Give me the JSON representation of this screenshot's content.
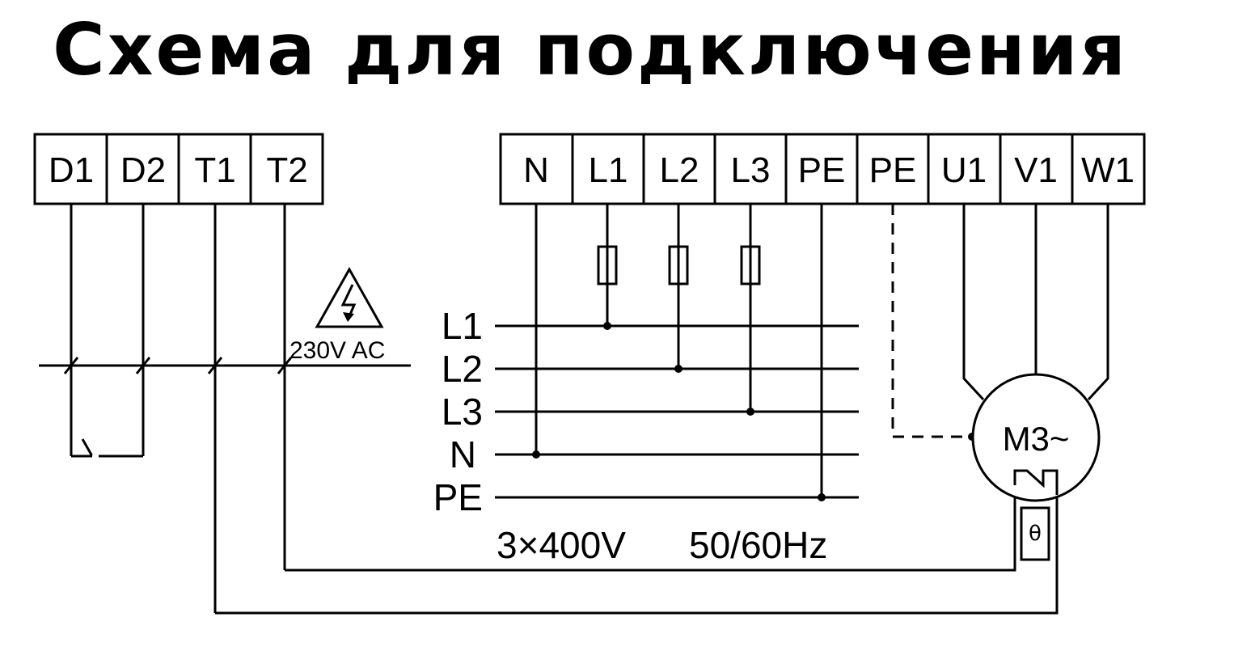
{
  "title": "Схема для подключения",
  "control_terminals": [
    "D1",
    "D2",
    "T1",
    "T2"
  ],
  "power_terminals": [
    "N",
    "L1",
    "L2",
    "L3",
    "PE",
    "PE",
    "U1",
    "V1",
    "W1"
  ],
  "bus_labels": [
    "L1",
    "L2",
    "L3",
    "N",
    "PE"
  ],
  "control_voltage": "230V AC",
  "supply": {
    "voltage": "3×400V",
    "frequency": "50/60Hz"
  },
  "motor_label": "M3~",
  "thermal_symbol": "θ",
  "icons": {
    "warning": "high-voltage-warning-icon"
  }
}
